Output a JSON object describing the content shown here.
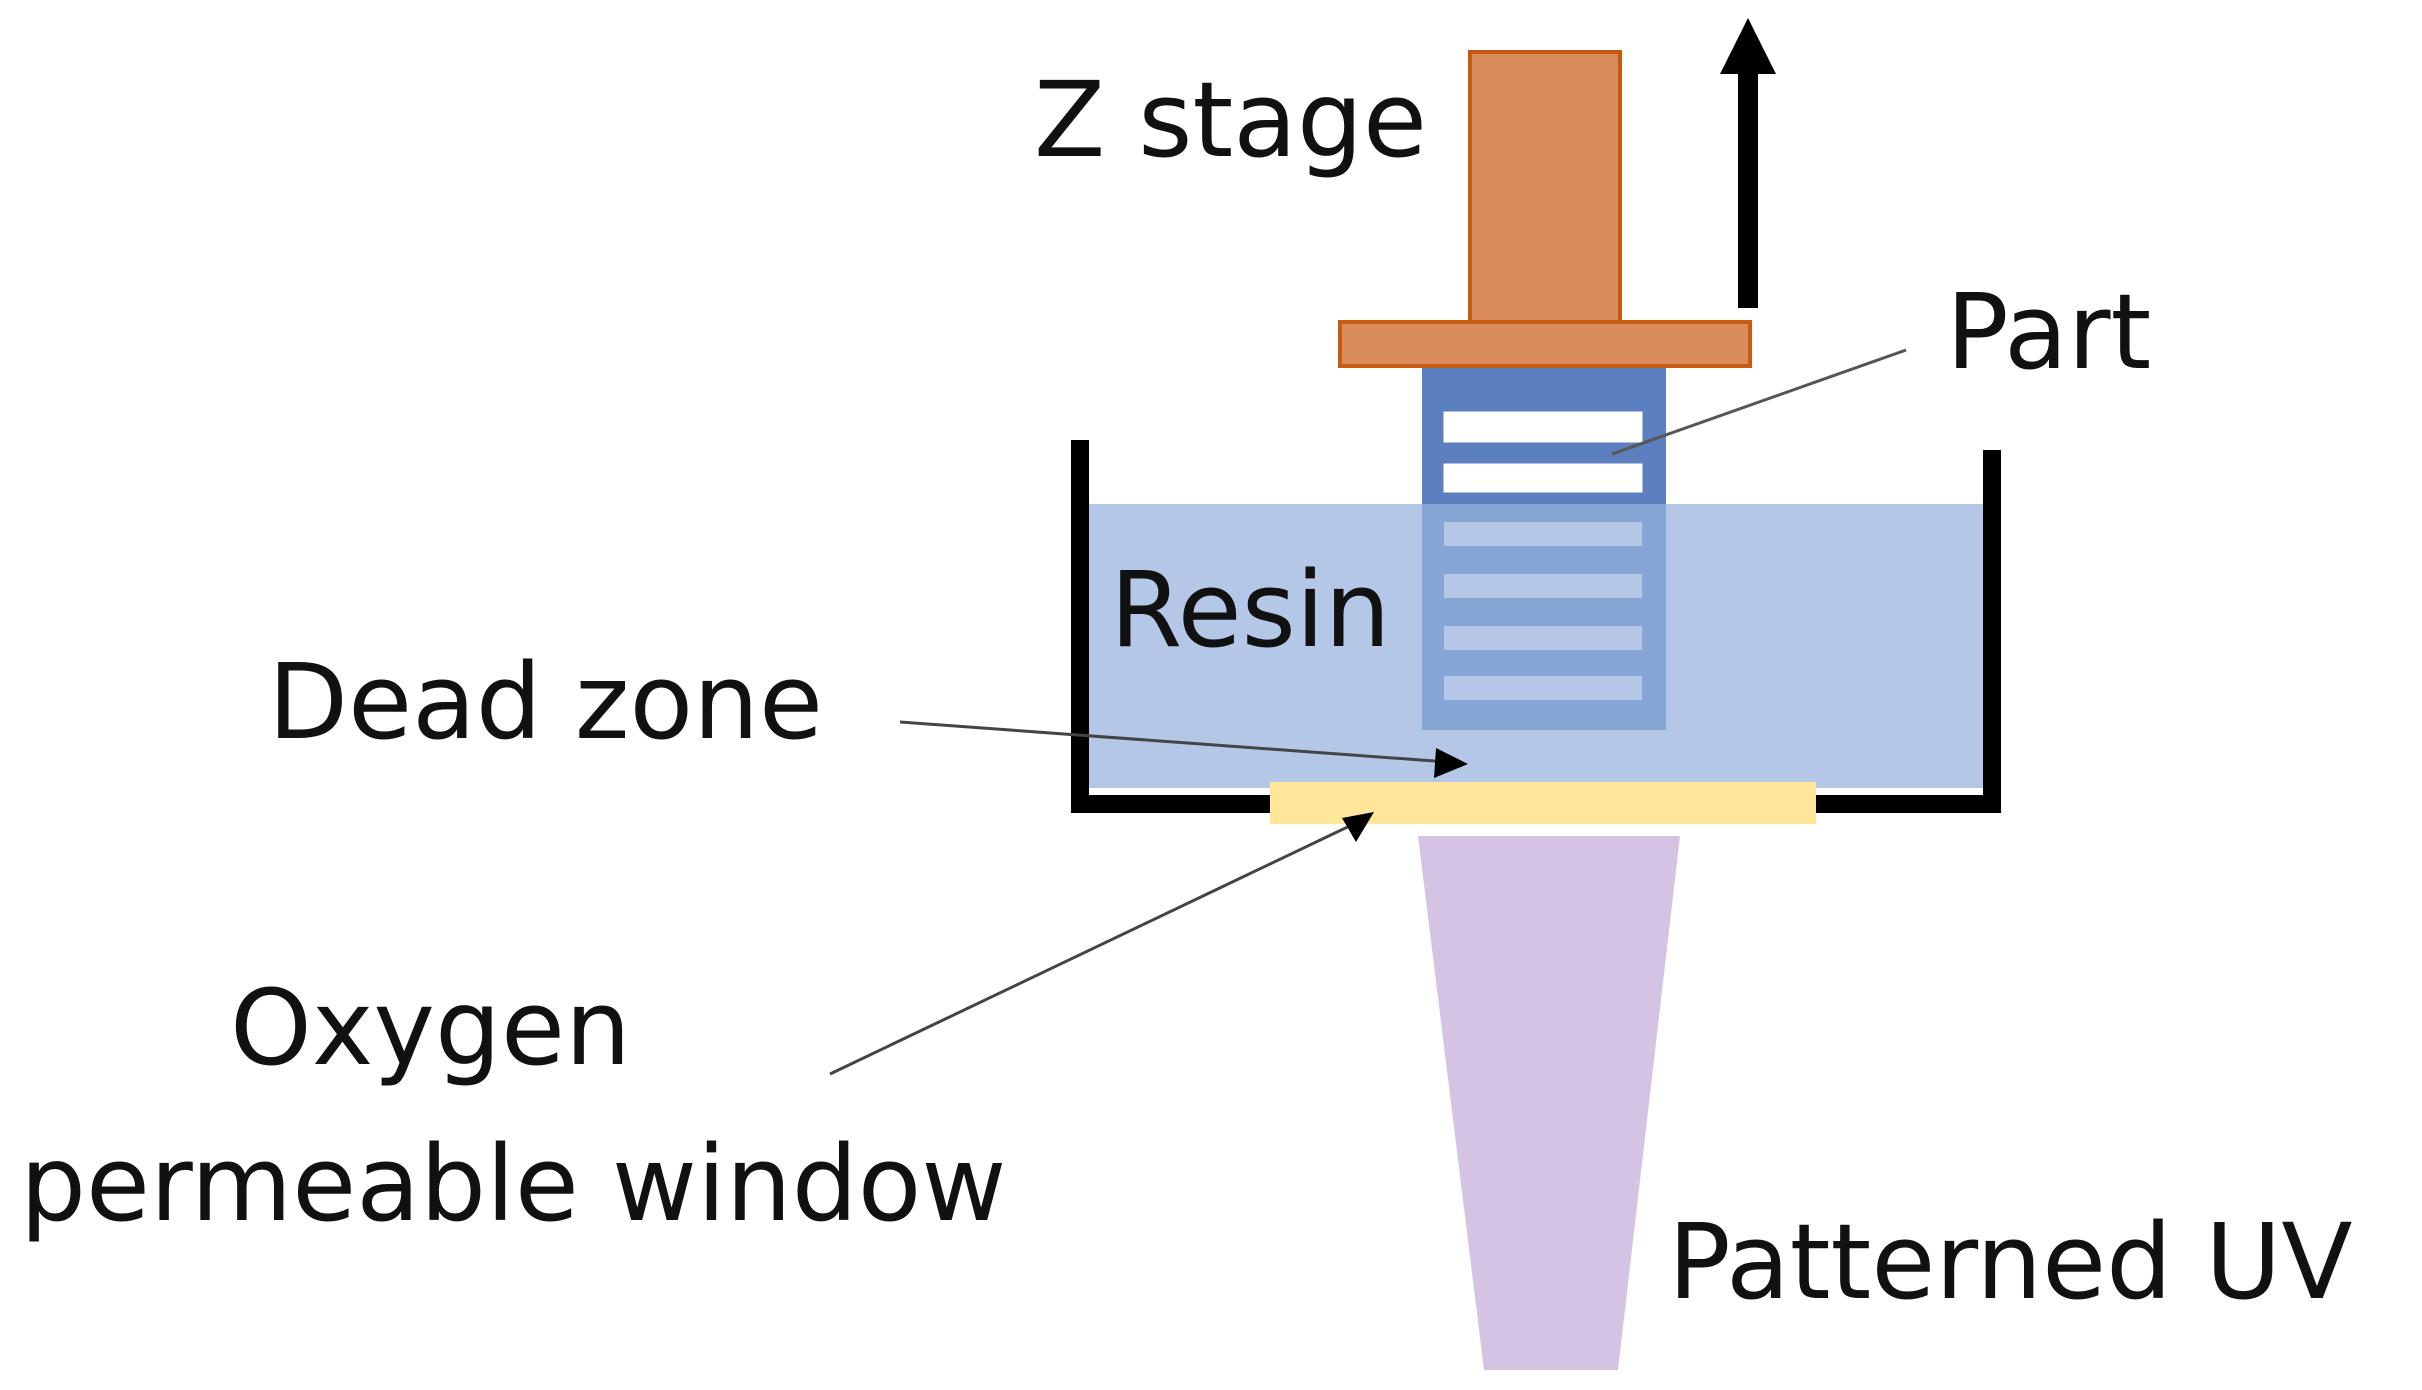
{
  "labels": {
    "z_stage": "Z stage",
    "part": "Part",
    "resin": "Resin",
    "dead_zone": "Dead zone",
    "oxygen_window_line1": "Oxygen",
    "oxygen_window_line2": "permeable window",
    "patterned_uv": "Patterned UV"
  },
  "colors": {
    "z_stage_fill": "#D98B5B",
    "z_stage_stroke": "#C55A11",
    "resin_fill": "#B4C7E7",
    "part_fill": "#7F9FD0",
    "part_stroke": "#5B7FBF",
    "part_layers": "#B4C7E7",
    "window_fill": "#FFE699",
    "uv_fill": "#D5C3E3",
    "vat_stroke": "#000000",
    "arrow": "#000000"
  },
  "icons": {
    "motion": "up-arrow-icon"
  }
}
